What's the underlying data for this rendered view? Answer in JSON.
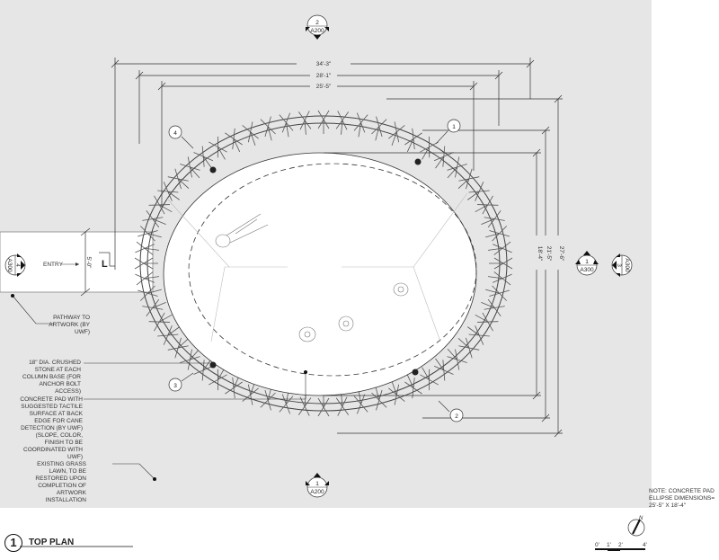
{
  "drawing": {
    "title_number": "1",
    "title": "TOP PLAN",
    "colors": {
      "background": "#e6e6e6",
      "pad": "#ffffff",
      "line": "#333333"
    }
  },
  "dimensions": {
    "overall_width": "34'-3\"",
    "ring_width": "28'-1\"",
    "pad_width": "25'-5\"",
    "pad_depth": "18'-4\"",
    "ring_depth": "21'-5\"",
    "overall_depth": "27'-6\"",
    "entry_width": "5'-0\""
  },
  "section_markers": [
    {
      "number": "2",
      "sheet": "A200"
    },
    {
      "number": "1",
      "sheet": "A200"
    },
    {
      "number": "1",
      "sheet": "A300"
    },
    {
      "number": "3",
      "sheet": "A300"
    },
    {
      "number": "4",
      "sheet": "A300"
    }
  ],
  "callouts": [
    "1",
    "2",
    "3",
    "4"
  ],
  "labels": {
    "entry": "ENTRY",
    "entry_mark": "L",
    "pathway": "PATHWAY TO ARTWORK (BY UWF)",
    "crushed_stone": "18\" DIA. CRUSHED STONE AT EACH COLUMN BASE (FOR ANCHOR BOLT ACCESS)",
    "concrete_pad": "CONCRETE PAD WITH SUGGESTED TACTILE SURFACE AT BACK EDGE FOR CANE DETECTION (BY UWF) (SLOPE, COLOR, FINISH TO BE COORDINATED WITH UWF)",
    "grass": "EXISTING GRASS LAWN, TO BE RESTORED UPON COMPLETION OF ARTWORK INSTALLATION",
    "note": "NOTE: CONCRETE PAD ELLIPSE DIMENSIONS= 25'-5\" x 18'-4\""
  },
  "north_arrow": {
    "label": "N"
  },
  "scale_bar": {
    "ticks": [
      "0'",
      "1'",
      "2'",
      "4'"
    ]
  }
}
